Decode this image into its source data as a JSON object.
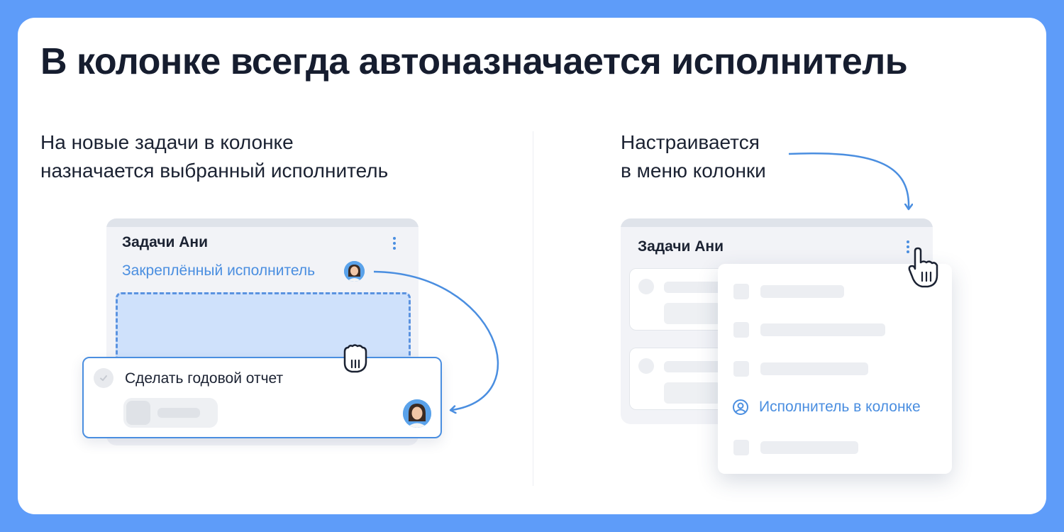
{
  "headline": "В колонке всегда автоназначается исполнитель",
  "left_panel": {
    "caption_lines": [
      "На новые задачи в колонке",
      "назначается выбранный исполнитель"
    ],
    "column": {
      "title": "Задачи Ани",
      "pinned_label": "Закреплённый исполнитель"
    },
    "task": {
      "title": "Сделать годовой отчет"
    }
  },
  "right_panel": {
    "caption_lines": [
      "Настраивается",
      "в меню колонки"
    ],
    "column": {
      "title": "Задачи Ани"
    },
    "menu": {
      "active_item": "Исполнитель в колонке"
    }
  },
  "icons": {
    "column_menu": "more-vertical-icon",
    "cursor": "hand-pointer-icon",
    "grab_cursor": "hand-grab-icon",
    "assignee": "user-circle-icon",
    "check": "check-circle-icon"
  },
  "colors": {
    "background": "#5e9cf9",
    "accent": "#4a8ee0",
    "text": "#161d2f",
    "drop_zone": "#cfe1fb"
  }
}
